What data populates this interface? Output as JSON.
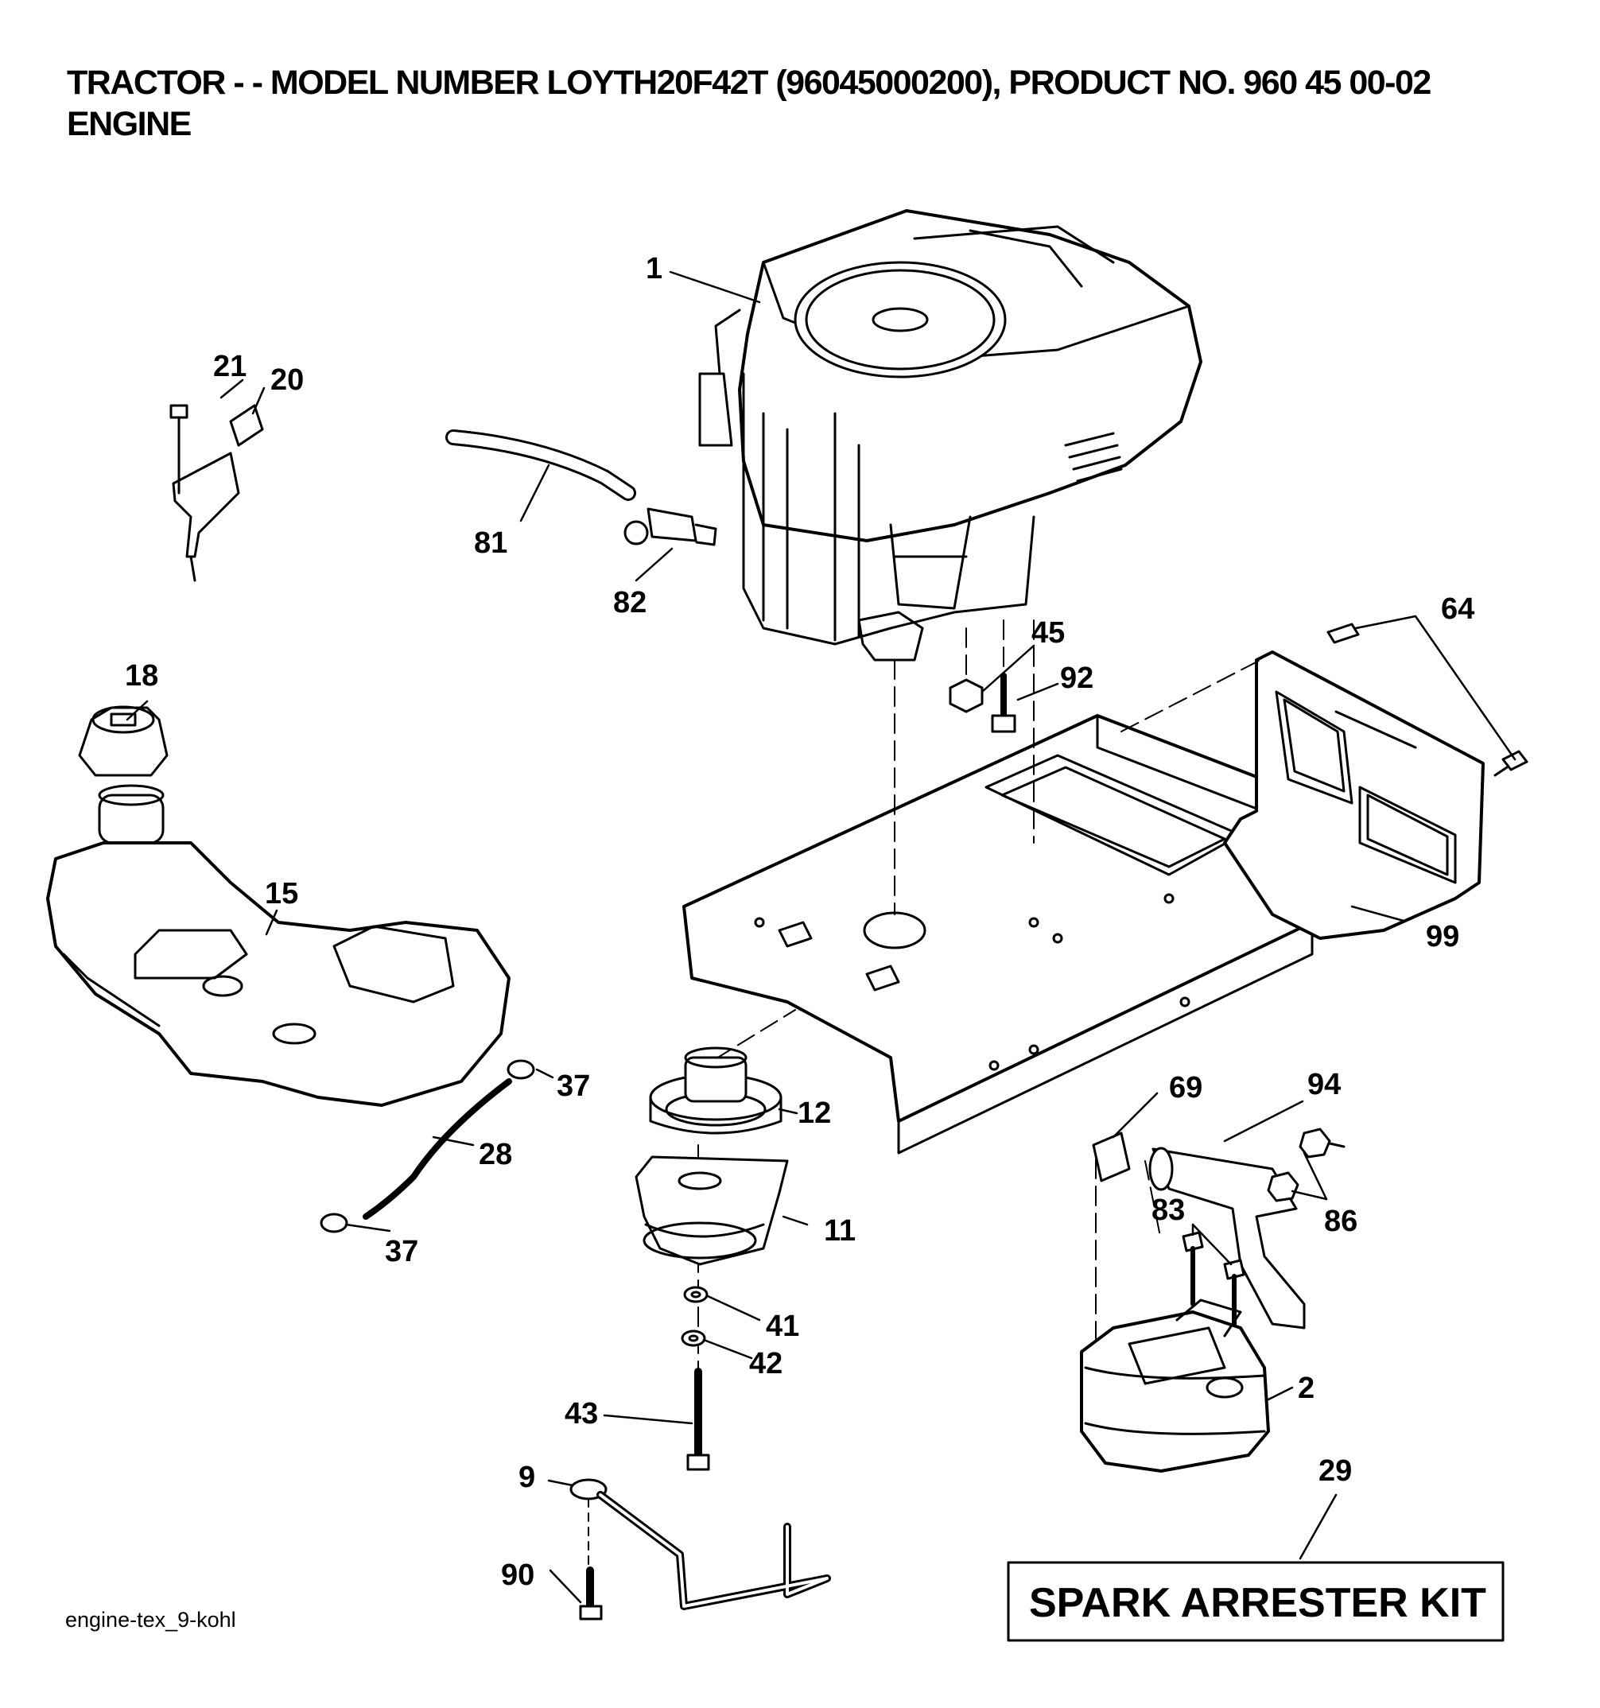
{
  "header": {
    "title_line1": "TRACTOR - - MODEL NUMBER LOYTH20F42T (96045000200), PRODUCT NO. 960 45 00-02",
    "title_line2": "ENGINE"
  },
  "callouts": {
    "p1": "1",
    "p21": "21",
    "p20": "20",
    "p81": "81",
    "p82": "82",
    "p64": "64",
    "p45": "45",
    "p92": "92",
    "p18": "18",
    "p15": "15",
    "p99": "99",
    "p37a": "37",
    "p28": "28",
    "p37b": "37",
    "p12": "12",
    "p11": "11",
    "p41": "41",
    "p42": "42",
    "p43": "43",
    "p9": "9",
    "p90": "90",
    "p69": "69",
    "p94": "94",
    "p86": "86",
    "p83": "83",
    "p2": "2",
    "p29": "29"
  },
  "kit_label": "SPARK ARRESTER KIT",
  "footer_code": "engine-tex_9-kohl"
}
